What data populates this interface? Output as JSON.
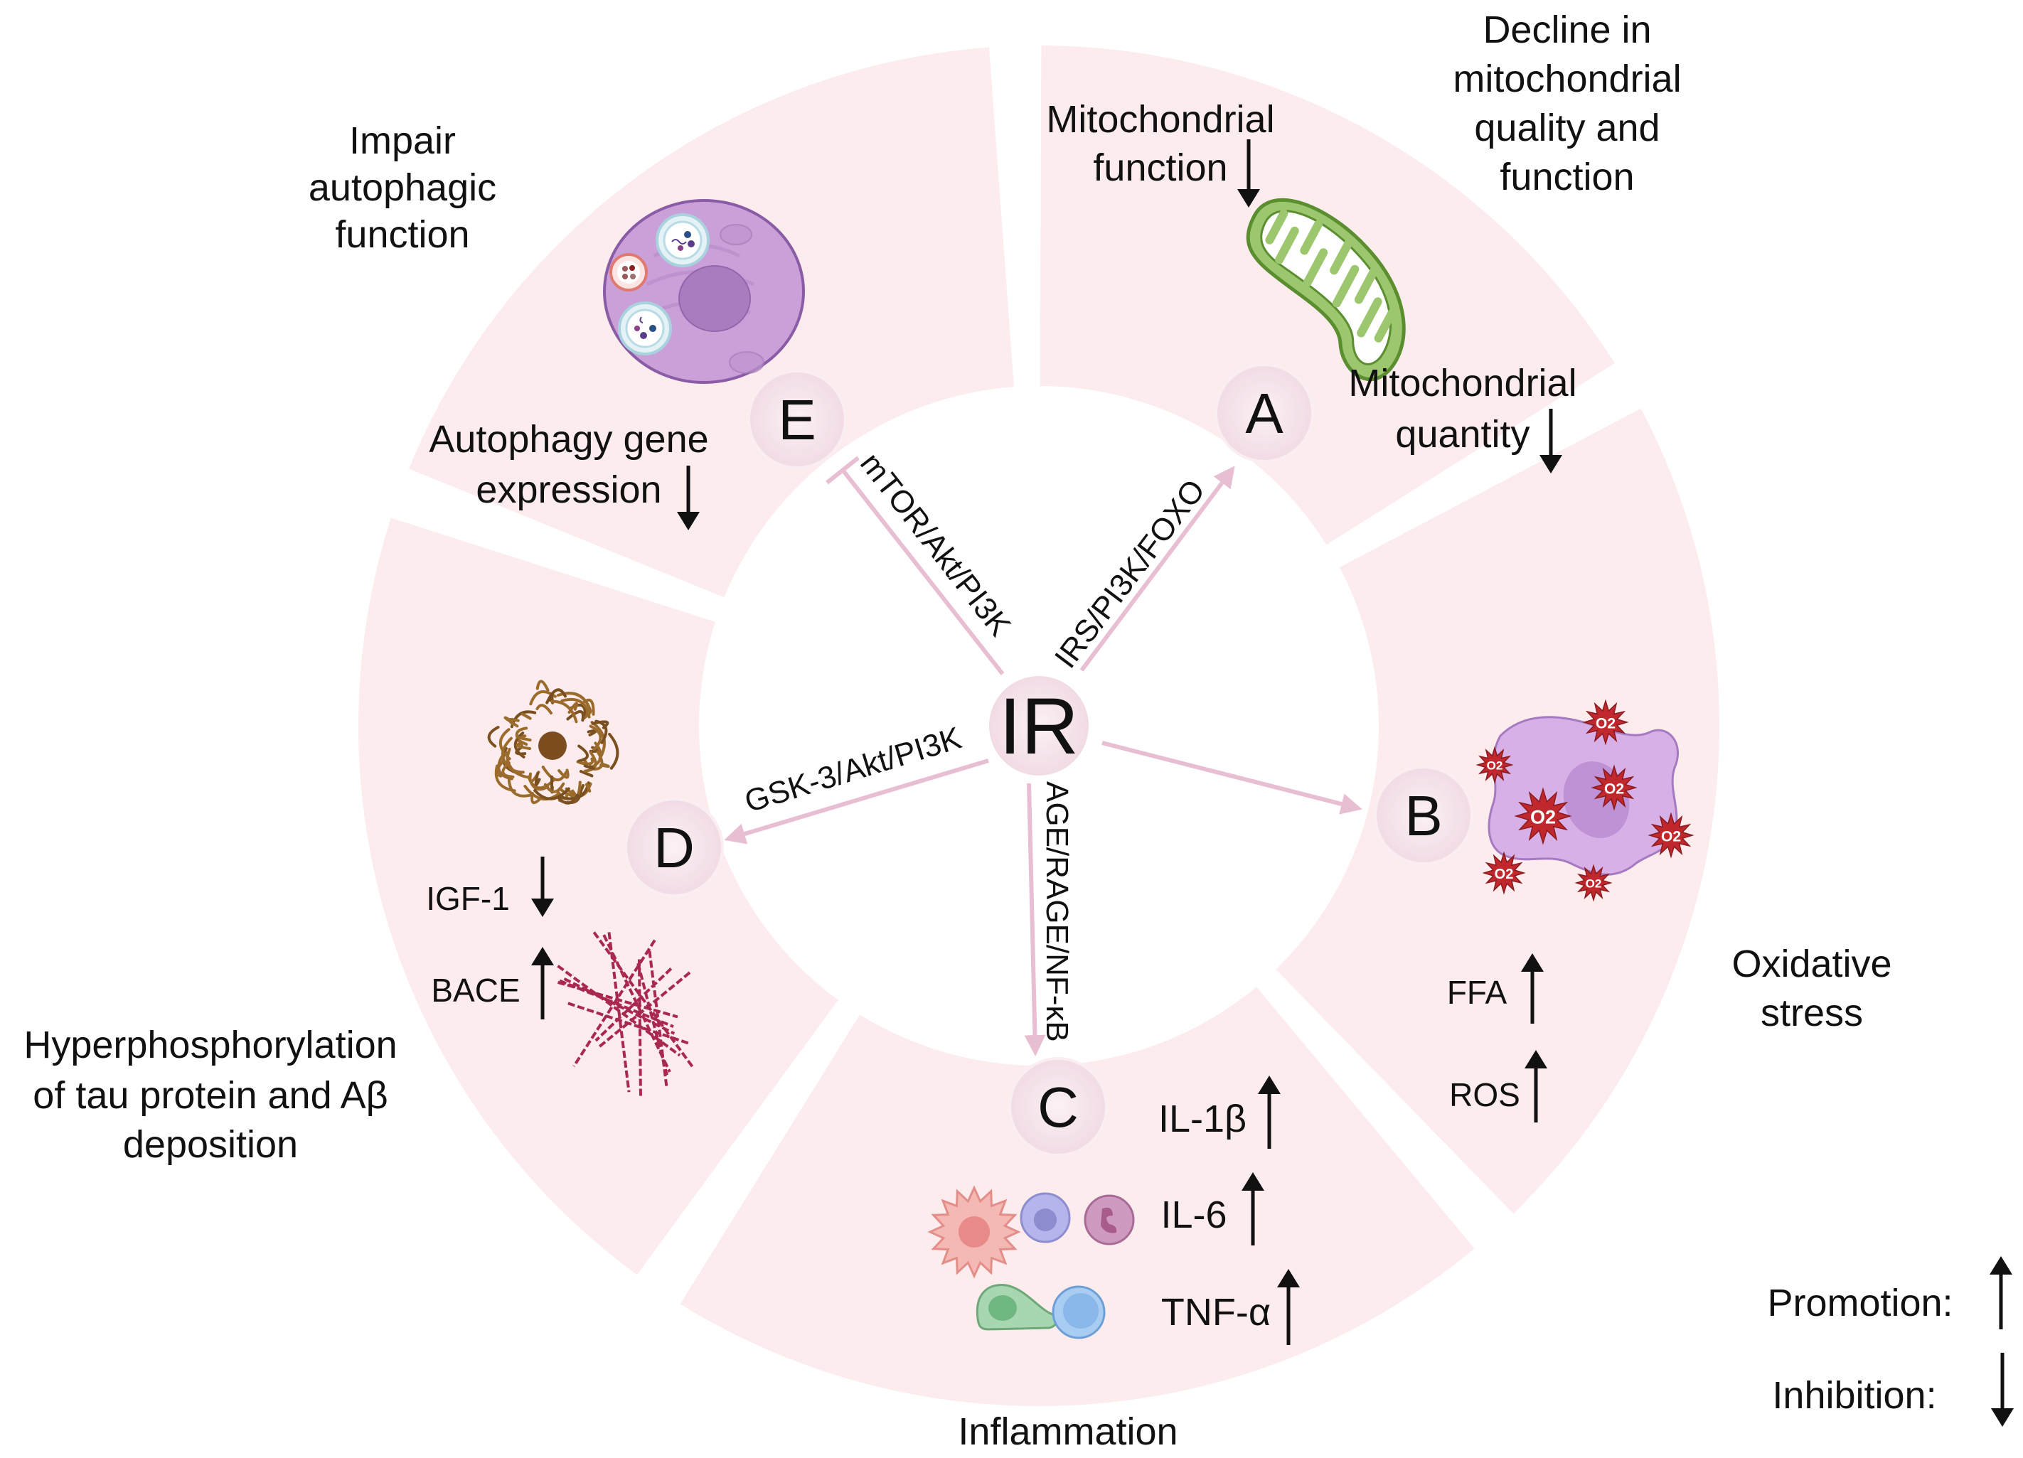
{
  "center": {
    "label": "IR"
  },
  "colors": {
    "segment_fill": "#fdecee",
    "badge_fill": "#f5e0e8",
    "pathway_arrow": "#e8bfd2",
    "text": "#111111",
    "mitochondrion_fill": "#9cc76e",
    "mitochondrion_stroke": "#5a8e2f",
    "cell_purple": "#c49ad6",
    "ros_red": "#c0282d",
    "tangle_brown": "#9b6b2c",
    "amyloid_red": "#a8284f"
  },
  "segments": [
    {
      "id": "A",
      "badge": "A",
      "title_lines": [
        "Decline in",
        "mitochondrial",
        "quality and",
        "function"
      ],
      "pathway": "IRS/PI3K/FOXO",
      "pathway_effect": "activation",
      "markers": [
        {
          "lines": [
            "Mitochondrial",
            "function"
          ],
          "direction": "down"
        },
        {
          "lines": [
            "Mitochondrial",
            "quantity"
          ],
          "direction": "down"
        }
      ],
      "icon": "mitochondrion-icon"
    },
    {
      "id": "B",
      "badge": "B",
      "title_lines": [
        "Oxidative",
        "stress"
      ],
      "pathway": "",
      "pathway_effect": "activation",
      "markers": [
        {
          "lines": [
            "FFA"
          ],
          "direction": "up"
        },
        {
          "lines": [
            "ROS"
          ],
          "direction": "up"
        }
      ],
      "icon": "oxidative-cell-icon",
      "ros_label": "O2"
    },
    {
      "id": "C",
      "badge": "C",
      "title_lines": [
        "Inflammation"
      ],
      "pathway": "AGE/RAGE/NF-κB",
      "pathway_effect": "activation",
      "markers": [
        {
          "lines": [
            "IL-1β"
          ],
          "direction": "up"
        },
        {
          "lines": [
            "IL-6"
          ],
          "direction": "up"
        },
        {
          "lines": [
            "TNF-α"
          ],
          "direction": "up"
        }
      ],
      "icon": "immune-cells-icon"
    },
    {
      "id": "D",
      "badge": "D",
      "title_lines": [
        "Hyperphosphorylation",
        "of tau protein and Aβ",
        "deposition"
      ],
      "pathway": "GSK-3/Akt/PI3K",
      "pathway_effect": "activation",
      "markers": [
        {
          "lines": [
            "IGF-1"
          ],
          "direction": "down"
        },
        {
          "lines": [
            "BACE"
          ],
          "direction": "up"
        }
      ],
      "icon": "tau-tangle-icon"
    },
    {
      "id": "E",
      "badge": "E",
      "title_lines": [
        "Impair",
        "autophagic",
        "function"
      ],
      "pathway": "mTOR/Akt/PI3K",
      "pathway_effect": "inhibition",
      "markers": [
        {
          "lines": [
            "Autophagy gene",
            "expression"
          ],
          "direction": "down"
        }
      ],
      "icon": "autophagy-cell-icon"
    }
  ],
  "legend": {
    "items": [
      {
        "label": "Promotion:",
        "direction": "up"
      },
      {
        "label": "Inhibition:",
        "direction": "down"
      }
    ]
  }
}
